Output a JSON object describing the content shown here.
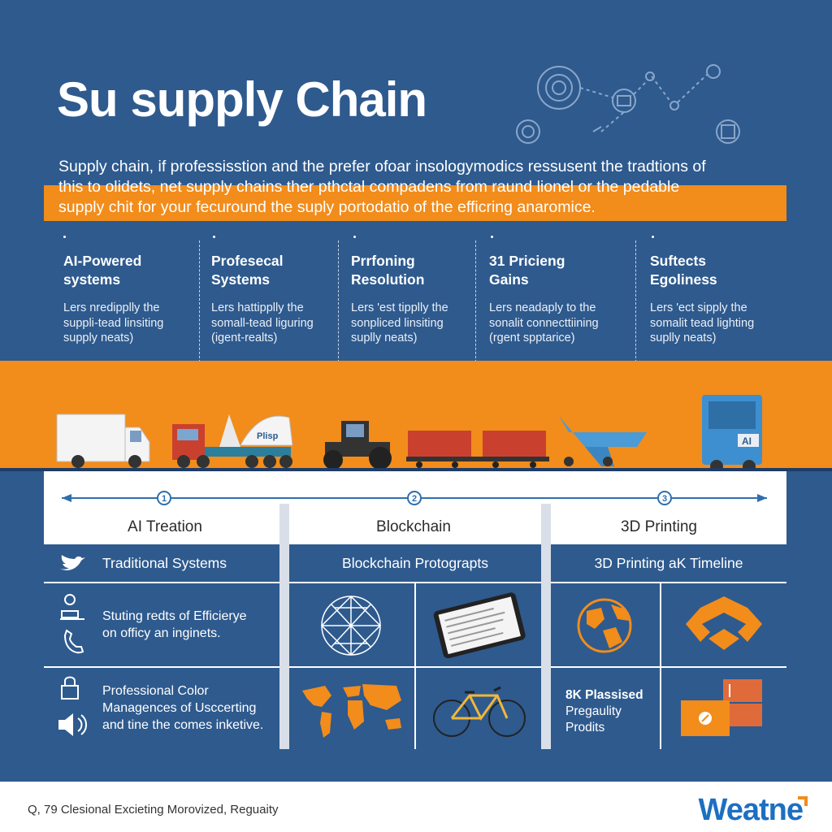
{
  "header": {
    "title": "Su supply Chain",
    "intro_lines": [
      "Supply chain, if professisstion and the prefer ofoar insologymodics ressusent the tradtions of",
      "this to olidets, net supply chains ther pthctal compadens from raund lionel or the pedable",
      "supply chit for your fecuround the suply portodatio of the efficring anaromice."
    ]
  },
  "features": [
    {
      "title_1": "AI-Powered",
      "title_2": "systems",
      "desc_1": "Lers nredipplly the",
      "desc_2": "suppli-tead linsiting",
      "desc_3": "supply neats)"
    },
    {
      "title_1": "Profesecal",
      "title_2": "Systems",
      "desc_1": "Lers hattipplly the",
      "desc_2": "somall-tead liguring",
      "desc_3": "(igent-realts)"
    },
    {
      "title_1": "Prrfoning",
      "title_2": "Resolution",
      "desc_1": "Lers 'est tipplly the",
      "desc_2": "sonpliced linsiting",
      "desc_3": "suplly neats)"
    },
    {
      "title_1": "31 Pricieng",
      "title_2": "Gains",
      "desc_1": "Lers neadaply to the",
      "desc_2": "sonalit connecttiining",
      "desc_3": "(rgent spptarice)"
    },
    {
      "title_1": "Suftects",
      "title_2": "Egoliness",
      "desc_1": "Lers 'ect sipply the",
      "desc_2": "somalit tead lighting",
      "desc_3": "suplly neats)"
    }
  ],
  "vehicles": {
    "truck_label": "Plisp",
    "cart_label": "AI"
  },
  "timeline": {
    "steps": [
      "1",
      "2",
      "3"
    ],
    "labels": [
      "AI Treation",
      "Blockchain",
      "3D Printing"
    ]
  },
  "columns": {
    "col1": {
      "header": "Traditional Systems",
      "row1_1": "Stuting redts of Efficierye",
      "row1_2": "on officy an inginets.",
      "row2_1": "Professional Color",
      "row2_2": "Managences of Usccerting",
      "row2_3": "and tine the comes inketive."
    },
    "col2": {
      "header": "Blockchain Protograpts"
    },
    "col3": {
      "header": "3D Printing aK Timeline",
      "cell_1": "8K Plassised",
      "cell_2": "Pregaulity",
      "cell_3": "Prodits"
    }
  },
  "footer": {
    "text": "Q, 79 Clesional Excieting Morovized, Reguaity",
    "brand": "Weatne"
  },
  "colors": {
    "primary_blue": "#2e5a8e",
    "accent_orange": "#f28c1b",
    "brand_blue": "#1d6fc1"
  }
}
